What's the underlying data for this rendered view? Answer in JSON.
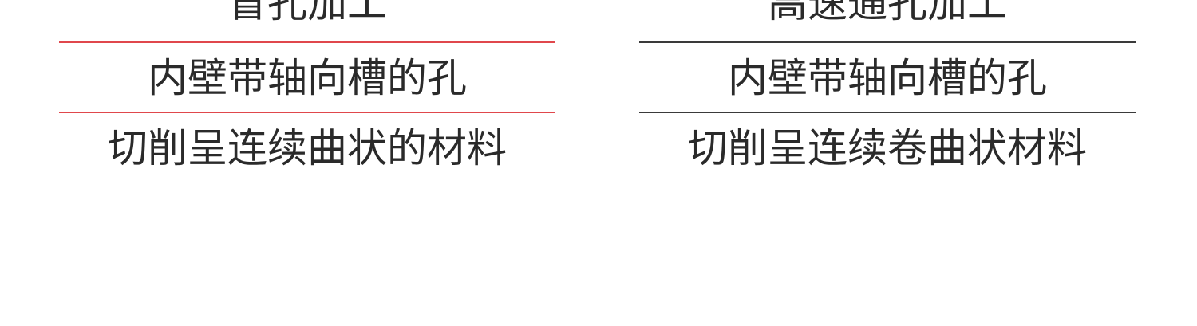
{
  "colors": {
    "left_divider": "#e0474c",
    "right_divider": "#3a3a3a",
    "text": "#2a2a2a"
  },
  "left": {
    "rows": [
      "盲孔加工",
      "内壁带轴向槽的孔",
      "切削呈连续曲状的材料"
    ]
  },
  "right": {
    "rows": [
      "高速通孔加工",
      "内壁带轴向槽的孔",
      "切削呈连续卷曲状材料"
    ]
  }
}
